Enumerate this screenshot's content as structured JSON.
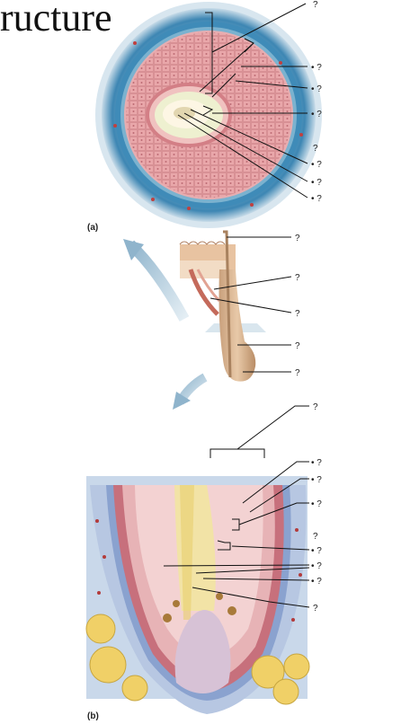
{
  "title": "ructure",
  "panel_labels": {
    "a": "(a)",
    "b": "(b)"
  },
  "labels": {
    "q": "?",
    "dq": "• ?"
  }
}
